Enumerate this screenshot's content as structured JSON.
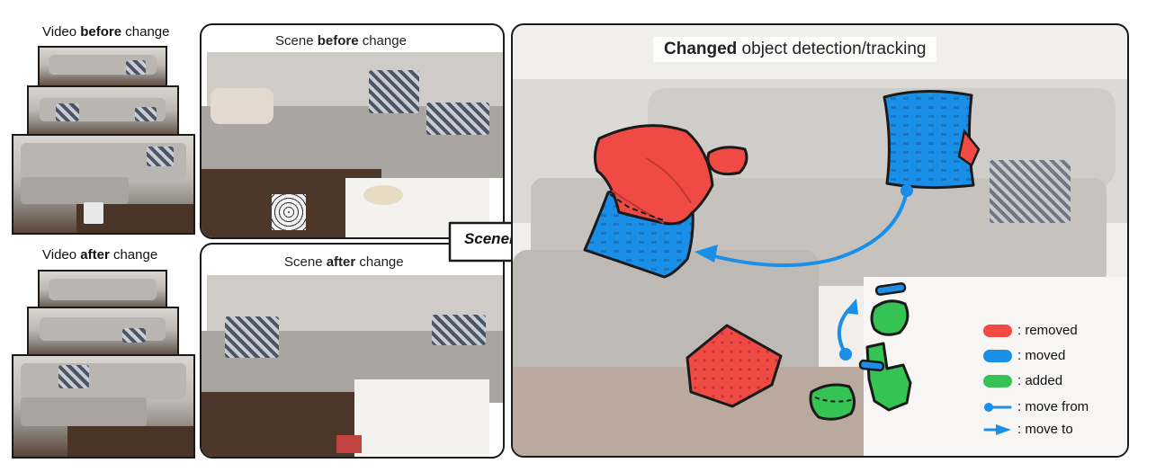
{
  "left_labels": {
    "video_before": {
      "prefix": "Video ",
      "bold": "before",
      "suffix": " change"
    },
    "video_after": {
      "prefix": "Video ",
      "bold": "after",
      "suffix": " change"
    }
  },
  "middle_labels": {
    "scene_before": {
      "prefix": "Scene ",
      "bold": "before",
      "suffix": " change"
    },
    "scene_after": {
      "prefix": "Scene ",
      "bold": "after",
      "suffix": " change"
    }
  },
  "method_name": "SceneDiff",
  "result_title": {
    "bold": "Changed",
    "rest": " object detection/tracking"
  },
  "legend": [
    {
      "label": ": removed",
      "color": "#f04a45",
      "kind": "swatch"
    },
    {
      "label": ": moved",
      "color": "#1a8fe8",
      "kind": "swatch"
    },
    {
      "label": ": added",
      "color": "#35c454",
      "kind": "swatch"
    },
    {
      "label": ": move from",
      "color": "#1a8fe8",
      "kind": "from"
    },
    {
      "label": ": move to",
      "color": "#1a8fe8",
      "kind": "to"
    }
  ],
  "colors": {
    "removed": "#f04a45",
    "moved": "#1a8fe8",
    "added": "#35c454",
    "outline": "#1a1a1a"
  }
}
